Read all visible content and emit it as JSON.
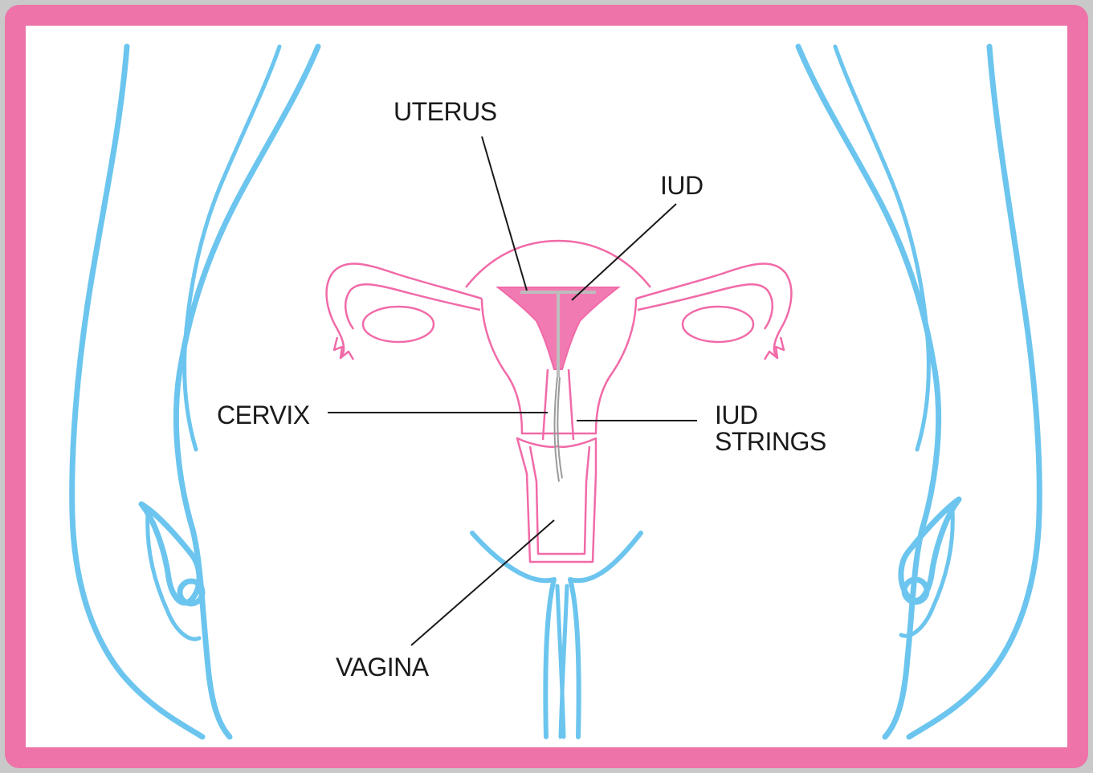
{
  "labels": {
    "uterus": "UTERUS",
    "iud": "IUD",
    "cervix": "CERVIX",
    "iud_strings_line1": "IUD",
    "iud_strings_line2": "STRINGS",
    "vagina": "VAGINA"
  },
  "colors": {
    "frame": "#ee73a8",
    "body_outline": "#6cc5ee",
    "organ": "#f16aa8",
    "organ_fill": "#f27ab3",
    "iud": "#bdbdbd",
    "text": "#1a1a1a"
  }
}
